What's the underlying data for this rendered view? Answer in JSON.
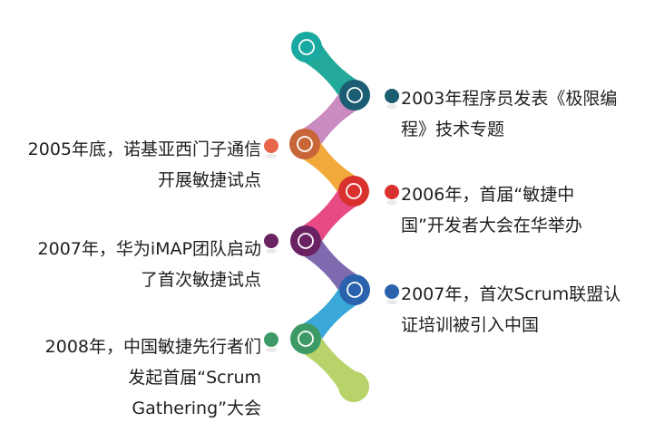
{
  "events": [
    {
      "text": "2003年程序员发表《极限编程》技术专题",
      "side": "right",
      "color": "#1b5e73"
    },
    {
      "text": "2005年底，诺基亚西门子通信开展敏捷试点",
      "side": "left",
      "color": "#e8644a"
    },
    {
      "text": "2006年，首届“敏捷中国”开发者大会在华举办",
      "side": "right",
      "color": "#d9322e"
    },
    {
      "text": "2007年，华为iMAP团队启动了首次敏捷试点",
      "side": "left",
      "color": "#6b2262"
    },
    {
      "text": "2007年，首次Scrum联盟认证培训被引入中国",
      "side": "right",
      "color": "#2a62ad"
    },
    {
      "text": "2008年，中国敏捷先行者们发起首届“Scrum Gathering”大会",
      "side": "left",
      "color": "#3d9a66"
    }
  ],
  "nodes": [
    {
      "color": "#1aa9a0"
    },
    {
      "color": "#1b5e73"
    },
    {
      "color": "#c8663a"
    },
    {
      "color": "#d9322e"
    },
    {
      "color": "#6b2262"
    },
    {
      "color": "#2a62ad"
    },
    {
      "color": "#3d9a66"
    },
    {
      "color": "#b8d36a"
    }
  ],
  "segments": [
    {
      "color": "#23a99a"
    },
    {
      "color": "#c98bc0"
    },
    {
      "color": "#f2a93b"
    },
    {
      "color": "#e84a86"
    },
    {
      "color": "#7e6aaf"
    },
    {
      "color": "#3aa8d8"
    },
    {
      "color": "#b8d36a"
    }
  ]
}
